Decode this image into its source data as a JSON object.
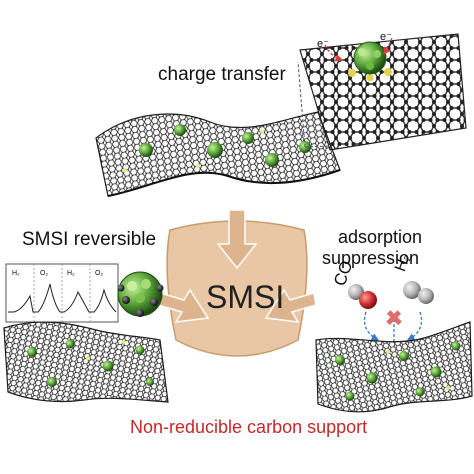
{
  "labels": {
    "charge_transfer": "charge transfer",
    "smsi_reversible": "SMSI reversible",
    "adsorption": "adsorption",
    "suppression": "suppression",
    "smsi_center": "SMSI",
    "support": "Non-reducible carbon support",
    "trace_h2_a": "H₂",
    "trace_o2_a": "O₂",
    "trace_h2_b": "H₂",
    "trace_o2_b": "O₂",
    "co_molecule": "CO",
    "h2_molecule": "H₂",
    "electron_1": "e⁻",
    "electron_2": "e⁻"
  },
  "colors": {
    "tri_fill": "#e9c7a5",
    "tri_arrow": "#ddb48d",
    "graphene_dark": "#2b2b2b",
    "graphene_light": "#7a7a7a",
    "particle_green": "#3f8f2a",
    "particle_light": "#9fd37a",
    "support_text": "#c62828",
    "co_carbon": "#b0b0b0",
    "co_oxygen": "#c62828",
    "blocked_cross": "#e06d6d",
    "dash_arrow": "#3a78c9",
    "electron_arrow": "#d64040"
  }
}
